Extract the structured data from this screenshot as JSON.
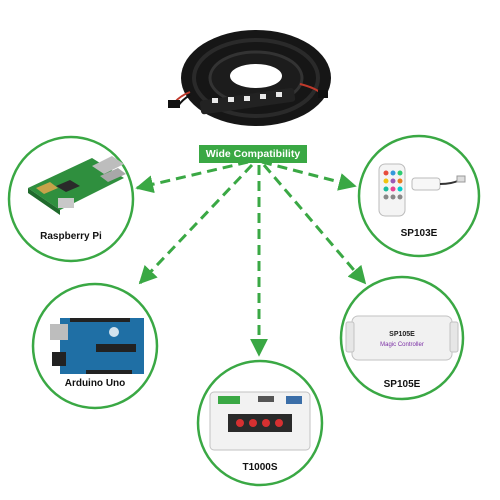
{
  "banner": {
    "label": "Wide Compatibility"
  },
  "devices": {
    "raspberry_pi": {
      "label": "Raspberry Pi"
    },
    "sp103e": {
      "label": "SP103E"
    },
    "arduino_uno": {
      "label": "Arduino Uno"
    },
    "sp105e": {
      "label": "SP105E",
      "device_text": "SP105E",
      "brand_text": "Magic Controller"
    },
    "t1000s": {
      "label": "T1000S"
    }
  },
  "colors": {
    "accent": "#3aa844",
    "circle_border": "#3aa844",
    "arrow": "#3aa844"
  }
}
